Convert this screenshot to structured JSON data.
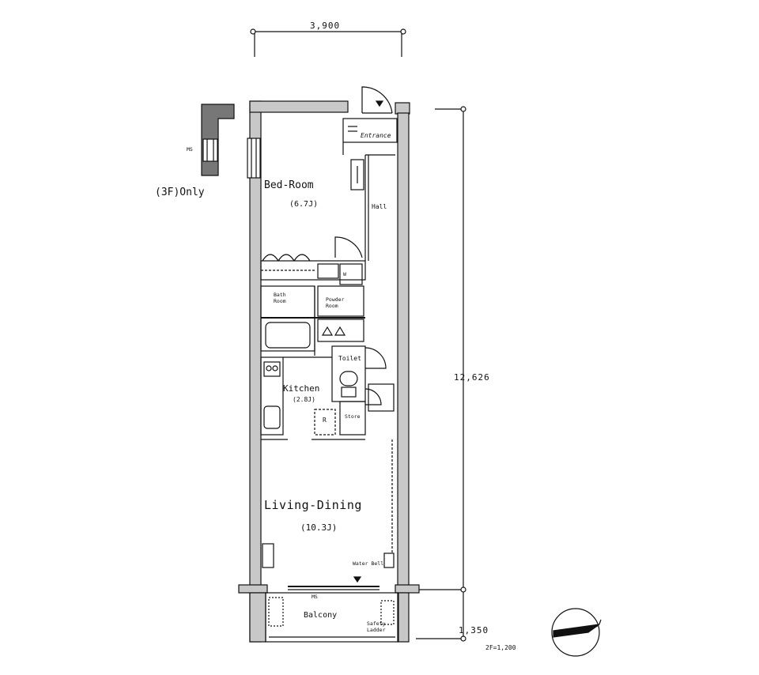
{
  "dimensions": {
    "top_width": "3,900",
    "height_main": "12,626",
    "height_balcony": "1,350"
  },
  "rooms": {
    "bedroom": "Bed-Room",
    "bedroom_size": "(6.7J)",
    "hall": "Hall",
    "entrance": "Entrance",
    "bath_room": "Bath\nRoom",
    "powder_room": "Powder\nRoom",
    "toilet": "Toilet",
    "kitchen": "Kitchen",
    "kitchen_size": "(2.8J)",
    "store": "Store",
    "living_dining": "Living-Dining",
    "living_dining_size": "(10.3J)",
    "balcony": "Balcony",
    "safety_ladder": "Safety\nLadder",
    "water_bell": "Water Bell",
    "refrigerator_mark": "R",
    "washer_mark": "W"
  },
  "notes": {
    "third_floor_only": "(3F)Only",
    "ms_top": "MS",
    "ms_bottom": "MS",
    "scale": "2F=1,200"
  },
  "colors": {
    "wall": "#c8c8c8",
    "line": "#111111",
    "background": "#ffffff"
  }
}
